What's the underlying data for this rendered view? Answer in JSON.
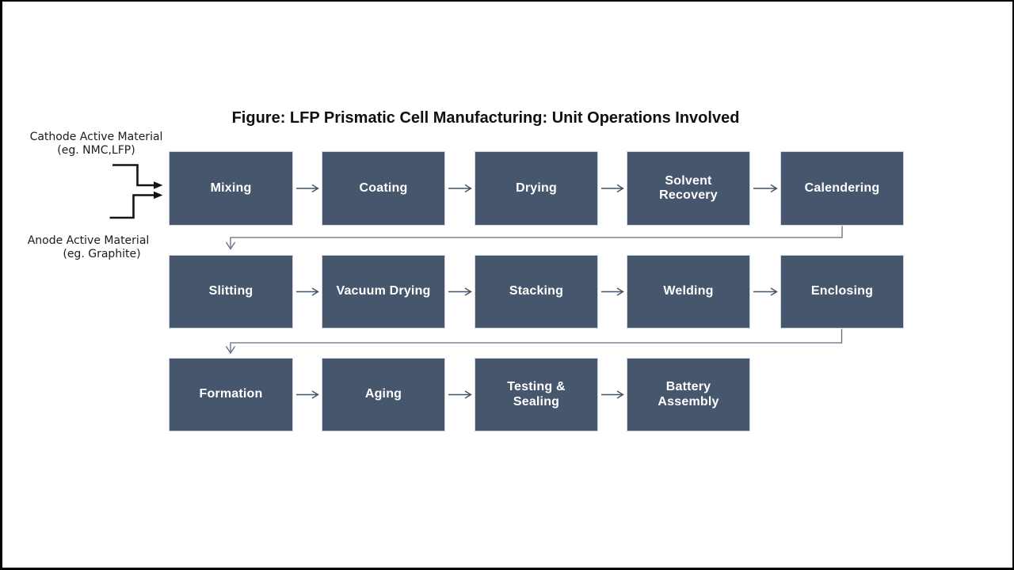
{
  "figure": {
    "title": "Figure: LFP Prismatic Cell Manufacturing: Unit Operations Involved"
  },
  "annotations": {
    "cathode": {
      "line1": "Cathode Active Material",
      "line2": "(eg. NMC,LFP)"
    },
    "anode": {
      "line1": "Anode Active Material",
      "line2": "(eg. Graphite)"
    }
  },
  "flow": {
    "row1": [
      "Mixing",
      "Coating",
      "Drying",
      "Solvent Recovery",
      "Calendering"
    ],
    "row2": [
      "Slitting",
      "Vacuum Drying",
      "Stacking",
      "Welding",
      "Enclosing"
    ],
    "row3": [
      "Formation",
      "Aging",
      "Testing & Sealing",
      "Battery Assembly"
    ]
  },
  "colors": {
    "box_fill": "#46566C",
    "box_text": "#FFFFFF",
    "flow_arrow": "#44546A",
    "return_connector": "#5E6C7E",
    "input_arrow": "#141414",
    "frame": "#000000"
  }
}
